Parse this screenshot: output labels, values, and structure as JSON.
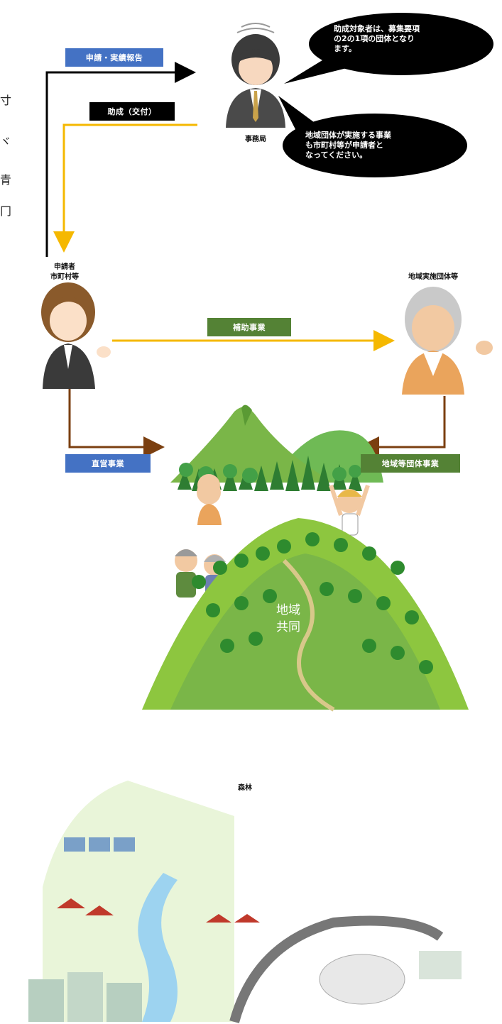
{
  "flow": {
    "application_label": "申請・実績報告",
    "grant_label": "助成（交付）",
    "office_caption": "事務局",
    "bubble_top": [
      "助成対象者は、募集要項",
      "の2の1項の団体となり",
      "ます。"
    ],
    "bubble_bottom": [
      "地域団体が実施する事業",
      "も市町村等が申請者と",
      "なってください。"
    ],
    "applicant_caption": [
      "申請者",
      "市町村等"
    ],
    "implementer_caption": "地域実施団体等",
    "subsidy_label": "補助事業",
    "direct_label": "直営事業",
    "group_label": "地域等団体事業"
  },
  "edge_text": [
    "寸",
    "ヾ",
    "青",
    "冂"
  ],
  "community": {
    "circle_line1": "地域",
    "circle_line2": "共同",
    "forest_label": "森林"
  },
  "colors": {
    "blue_label": "#4472c4",
    "green_label": "#548235",
    "black_label": "#000000",
    "yellow_arrow": "#f5b800",
    "brown_arrow": "#7b3f10",
    "red_arrow": "#e8281e",
    "community_circle": "#1e7b1e"
  }
}
